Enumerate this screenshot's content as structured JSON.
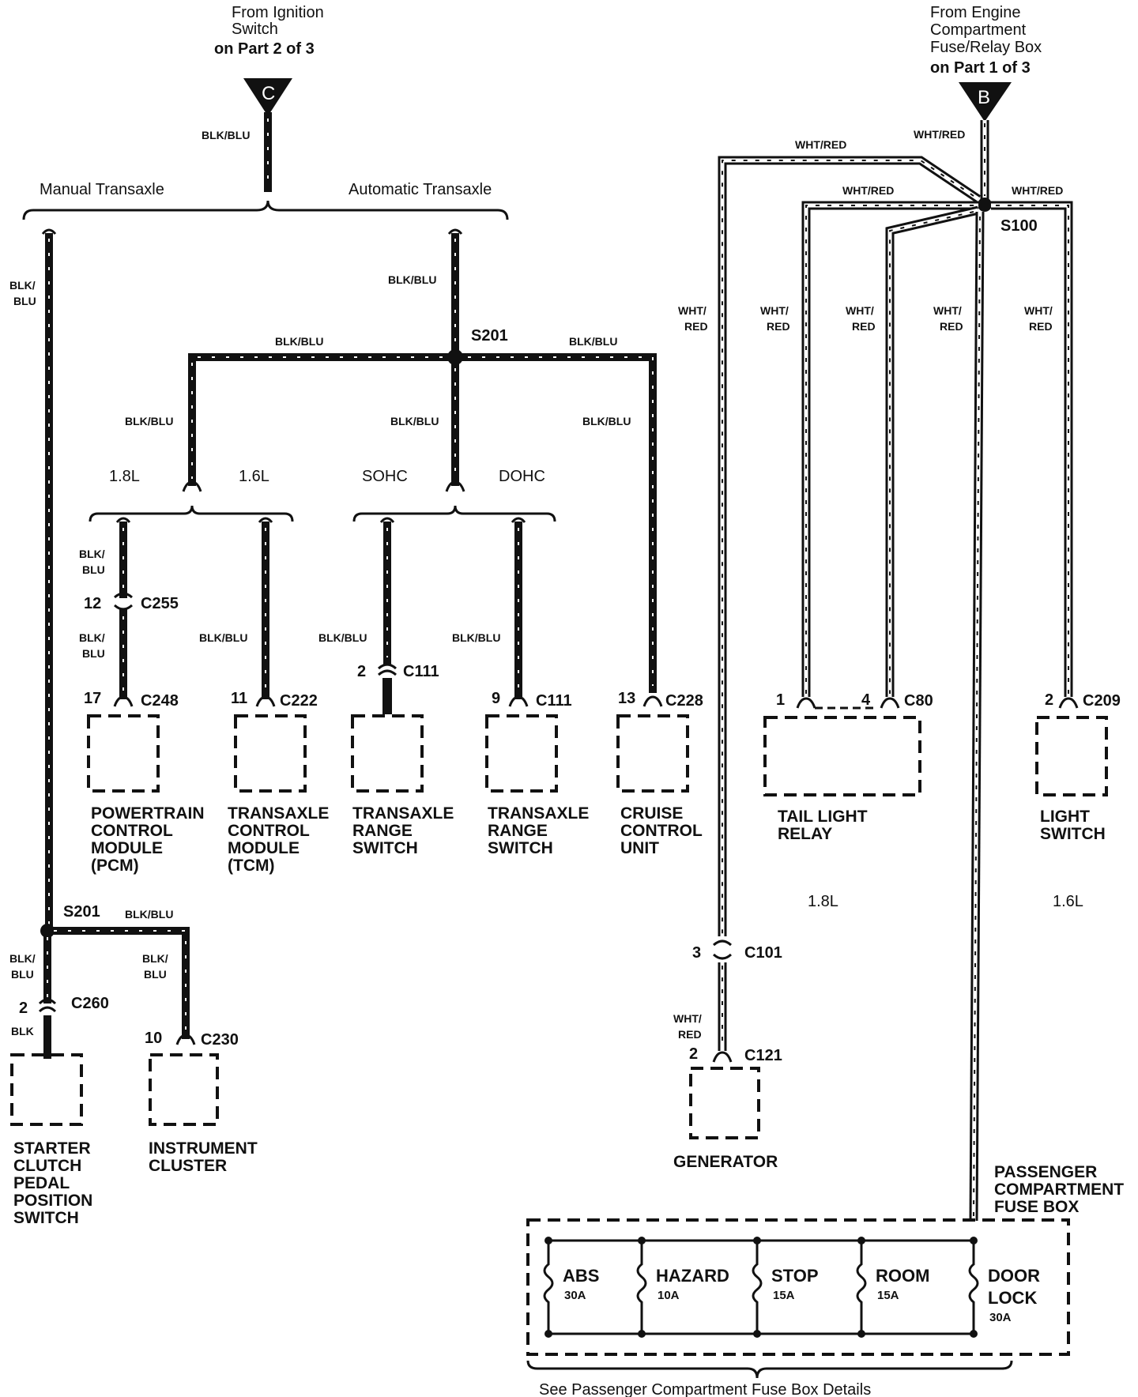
{
  "sources": {
    "C": {
      "letter": "C",
      "note": [
        "From Ignition",
        "Switch",
        "on Part 2 of 3"
      ]
    },
    "B": {
      "letter": "B",
      "note": [
        "From Engine",
        "Compartment",
        "Fuse/Relay Box",
        "on Part 1 of 3"
      ]
    }
  },
  "options": {
    "manual": "Manual Transaxle",
    "automatic": "Automatic Transaxle",
    "l18_a": "1.8L",
    "l16_a": "1.6L",
    "sohc": "SOHC",
    "dohc": "DOHC",
    "l18_b": "1.8L",
    "l16_b": "1.6L"
  },
  "splices": {
    "s201_auto": "S201",
    "s201_manual": "S201",
    "s100": "S100"
  },
  "wire_labels": {
    "blk_blu": "BLK/BLU",
    "blk_blu_l1": "BLK/",
    "blk_blu_l2": "BLU",
    "blk": "BLK",
    "wht_red": "WHT/RED",
    "wht_red_l1": "WHT/",
    "wht_red_l2": "RED"
  },
  "connectors": {
    "pcm": {
      "pin": "17",
      "id": "C248",
      "inline_pin": "12",
      "inline_id": "C255"
    },
    "tcm": {
      "pin": "11",
      "id": "C222"
    },
    "trs_sohc": {
      "pin": "2",
      "id": "C111"
    },
    "trs_dohc": {
      "pin": "9",
      "id": "C111"
    },
    "cruise": {
      "pin": "13",
      "id": "C228"
    },
    "tail_relay": {
      "pin1": "1",
      "pin2": "4",
      "id": "C80"
    },
    "light_switch": {
      "pin": "2",
      "id": "C209"
    },
    "starter": {
      "pin": "2",
      "id": "C260"
    },
    "cluster": {
      "pin": "10",
      "id": "C230"
    },
    "generator": {
      "pin": "2",
      "id": "C121",
      "inline_pin": "3",
      "inline_id": "C101"
    }
  },
  "components": {
    "pcm": [
      "POWERTRAIN",
      "CONTROL",
      "MODULE",
      "(PCM)"
    ],
    "tcm": [
      "TRANSAXLE",
      "CONTROL",
      "MODULE",
      "(TCM)"
    ],
    "trs_sohc": [
      "TRANSAXLE",
      "RANGE",
      "SWITCH"
    ],
    "trs_dohc": [
      "TRANSAXLE",
      "RANGE",
      "SWITCH"
    ],
    "cruise": [
      "CRUISE",
      "CONTROL",
      "UNIT"
    ],
    "tail_relay": [
      "TAIL LIGHT",
      "RELAY"
    ],
    "light_switch": [
      "LIGHT",
      "SWITCH"
    ],
    "starter": [
      "STARTER",
      "CLUTCH",
      "PEDAL",
      "POSITION",
      "SWITCH"
    ],
    "cluster": [
      "INSTRUMENT",
      "CLUSTER"
    ],
    "generator": [
      "GENERATOR"
    ],
    "pcfb": [
      "PASSENGER",
      "COMPARTMENT",
      "FUSE BOX"
    ]
  },
  "fuses": [
    {
      "name": [
        "ABS"
      ],
      "amps": "30A"
    },
    {
      "name": [
        "HAZARD"
      ],
      "amps": "10A"
    },
    {
      "name": [
        "STOP"
      ],
      "amps": "15A"
    },
    {
      "name": [
        "ROOM"
      ],
      "amps": "15A"
    },
    {
      "name": [
        "DOOR",
        "LOCK"
      ],
      "amps": "30A"
    }
  ],
  "footer": "See Passenger Compartment Fuse Box Details"
}
